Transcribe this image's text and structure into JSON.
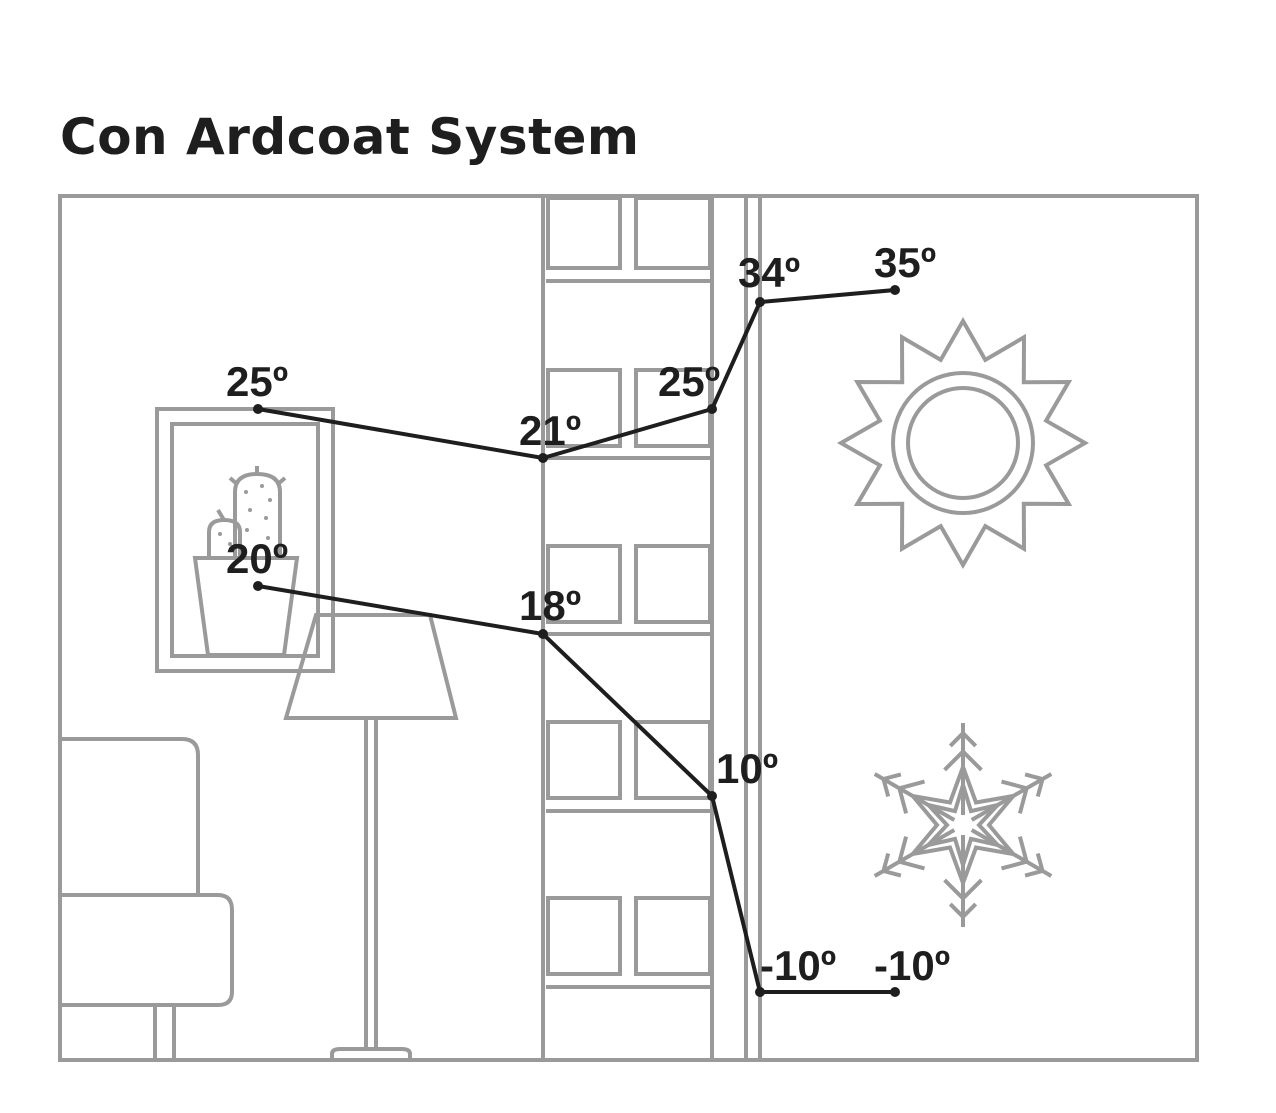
{
  "title": "Con Ardcoat System",
  "colors": {
    "line": "#1e1e1e",
    "illustration": "#9a9a9a",
    "background": "#ffffff"
  },
  "icons": [
    "sun-icon",
    "snowflake-icon",
    "cactus-icon",
    "lamp-icon",
    "armchair-icon",
    "brick-wall-icon",
    "picture-frame-icon"
  ],
  "summer_profile": {
    "points": [
      {
        "id": "indoor",
        "label": "25º"
      },
      {
        "id": "wall-inner",
        "label": "21º"
      },
      {
        "id": "wall-outer",
        "label": "25º"
      },
      {
        "id": "coating",
        "label": "34º"
      },
      {
        "id": "outdoor",
        "label": "35º"
      }
    ]
  },
  "winter_profile": {
    "points": [
      {
        "id": "indoor",
        "label": "20º"
      },
      {
        "id": "wall-inner",
        "label": "18º"
      },
      {
        "id": "wall-outer",
        "label": "10º"
      },
      {
        "id": "coating",
        "label": "-10º"
      },
      {
        "id": "outdoor",
        "label": "-10º"
      }
    ]
  }
}
